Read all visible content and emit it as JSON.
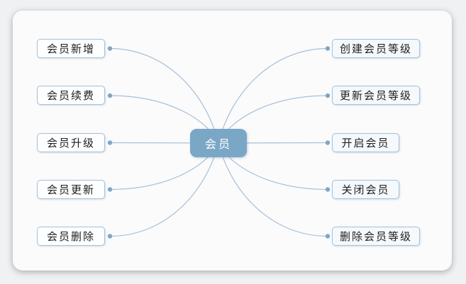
{
  "diagram": {
    "center": {
      "label": "会员"
    },
    "left_nodes": [
      {
        "label": "会员新增"
      },
      {
        "label": "会员续费"
      },
      {
        "label": "会员升级"
      },
      {
        "label": "会员更新"
      },
      {
        "label": "会员删除"
      }
    ],
    "right_nodes": [
      {
        "label": "创建会员等级"
      },
      {
        "label": "更新会员等级"
      },
      {
        "label": "开启会员"
      },
      {
        "label": "关闭会员"
      },
      {
        "label": "删除会员等级"
      }
    ],
    "colors": {
      "center_fill": "#7ba7c7",
      "center_text": "#ffffff",
      "node_border": "#a4c2da",
      "node_fill_left": "#fdfeff",
      "node_fill_right": "#f5f9fc",
      "node_text": "#1d1d1d",
      "line": "#a5bfd8",
      "dot": "#7fa6c6",
      "card_background": "#fbfbfb"
    }
  }
}
